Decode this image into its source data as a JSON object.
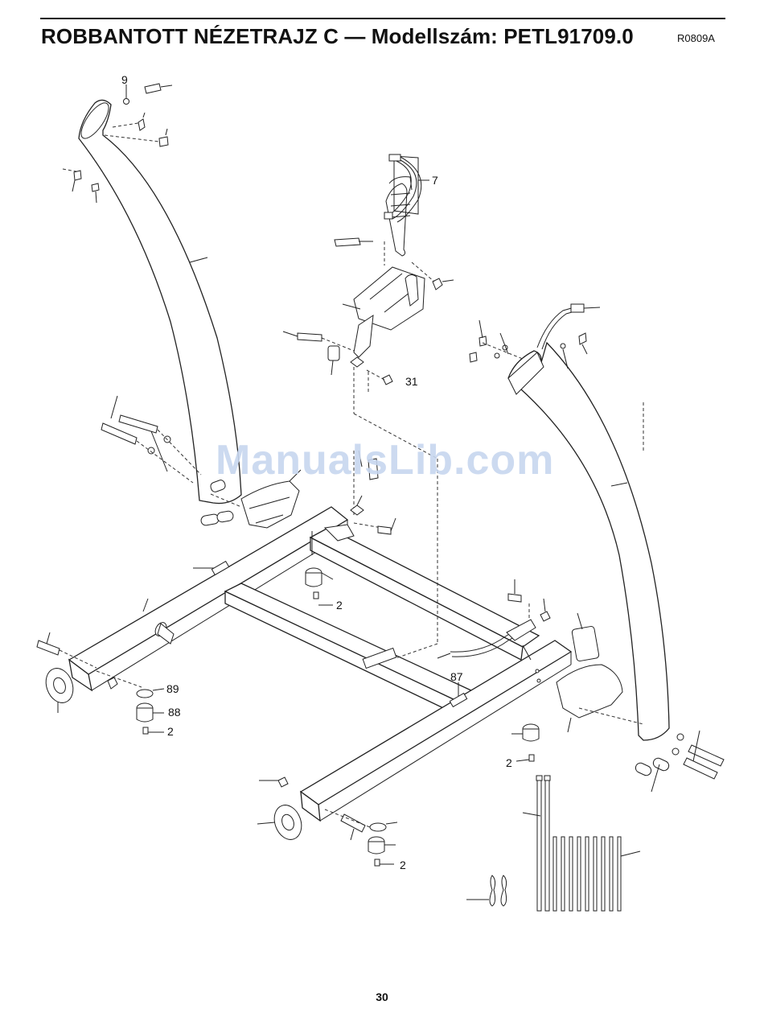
{
  "header": {
    "title": "ROBBANTOTT NÉZETRAJZ C — Modellszám: PETL91709.0",
    "code": "R0809A"
  },
  "watermark": "ManualsLib.com",
  "page_number": "30",
  "callouts": [
    "9",
    "7",
    "31",
    "2",
    "89",
    "88",
    "2",
    "87",
    "2",
    "2"
  ]
}
